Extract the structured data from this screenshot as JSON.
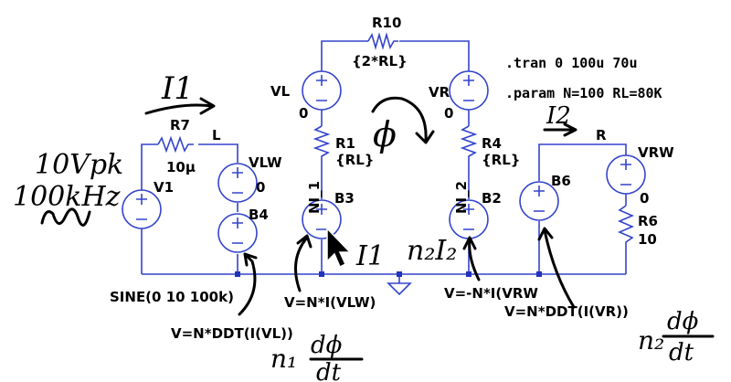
{
  "directives": {
    "tran": ".tran 0 100u 70u",
    "param": ".param N=100 RL=80K"
  },
  "components": {
    "r10": {
      "name": "R10",
      "value": "{2*RL}"
    },
    "r7": {
      "name": "R7",
      "value": "10µ"
    },
    "r1": {
      "name": "R1",
      "value": "{RL}"
    },
    "r4": {
      "name": "R4",
      "value": "{RL}"
    },
    "r6": {
      "name": "R6",
      "value": "10"
    },
    "v1": {
      "name": "V1",
      "value": "SINE(0 10 100k)"
    },
    "vl": {
      "name": "VL",
      "value": "0"
    },
    "vr": {
      "name": "VR",
      "value": "0"
    },
    "vlw": {
      "name": "VLW",
      "value": "0"
    },
    "vrw": {
      "name": "VRW",
      "value": "0"
    },
    "b3": {
      "name": "B3"
    },
    "b2": {
      "name": "B2"
    },
    "b4": {
      "name": "B4",
      "value": "V=N*DDT(I(VL))"
    },
    "b6": {
      "name": "B6",
      "value": "V=N*DDT(I(VR))"
    },
    "b3_expr": "V=N*I(VLW)",
    "b2_expr": "V=-N*I(VRW"
  },
  "nets": {
    "left": "L",
    "right": "R",
    "ni1": "NI_1",
    "ni2": "NI_2"
  },
  "annotations": {
    "source": [
      "10Vpk",
      "100kHz"
    ],
    "i1_top": "I1",
    "i1_mid": "I1",
    "i2_top": "I2",
    "flux": "ϕ",
    "n2i2": "n₂I₂",
    "n1_ddt": [
      "n₁",
      "dϕ",
      "dt"
    ],
    "n2_ddt": [
      "n₂",
      "dϕ",
      "dt"
    ]
  }
}
